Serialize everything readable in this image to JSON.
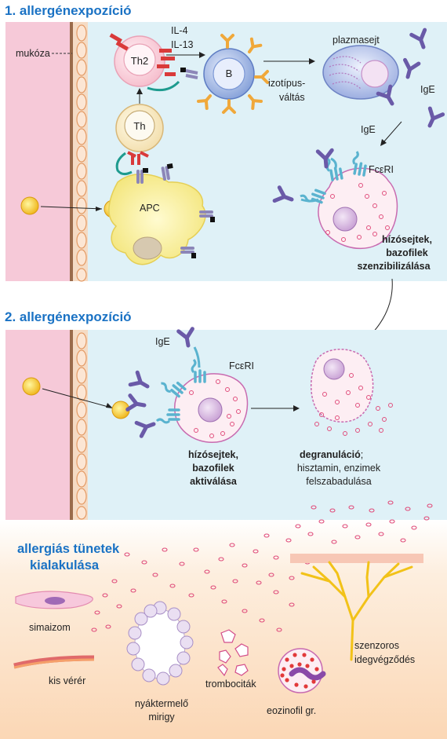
{
  "section1": {
    "title": "1. allergénexpozíció"
  },
  "section2": {
    "title": "2. allergénexpozíció"
  },
  "section3": {
    "title_line1": "allergiás tünetek",
    "title_line2": "kialakulása"
  },
  "labels": {
    "mukoza": "mukóza",
    "th2": "Th2",
    "th": "Th",
    "b": "B",
    "apc": "APC",
    "il4": "IL-4",
    "il13": "IL-13",
    "izotipus1": "izotípus-",
    "izotipus2": "váltás",
    "plazmasejt": "plazmasejt",
    "ige_right": "IgE",
    "ige_arrow": "IgE",
    "fceri1": "FcεRI",
    "sens1": "hízósejtek,",
    "sens2": "bazofilek",
    "sens3": "szenzibilizálása",
    "ige2": "IgE",
    "fceri2": "FcεRI",
    "act1": "hízósejtek,",
    "act2": "bazofilek",
    "act3": "aktiválása",
    "degr1": "degranuláció",
    "degr1b": ";",
    "degr2": "hisztamin, enzimek",
    "degr3": "felszabadulása",
    "simaizom": "simaizom",
    "kisverer": "kis vérér",
    "mirigy1": "nyáktermelő",
    "mirigy2": "mirigy",
    "trombociták": "trombociták",
    "eozinofil": "eozinofil gr.",
    "szenz1": "szenzoros",
    "szenz2": "idegvégződés"
  },
  "colors": {
    "title_blue": "#1a72c4",
    "panel_blue": "#dff1f7",
    "mucosa_pink": "#f6c9d8",
    "bottom_peach": "#fde2c8",
    "receptor_blue": "#5ab3cf",
    "antibody_purple": "#6a5aa8"
  }
}
